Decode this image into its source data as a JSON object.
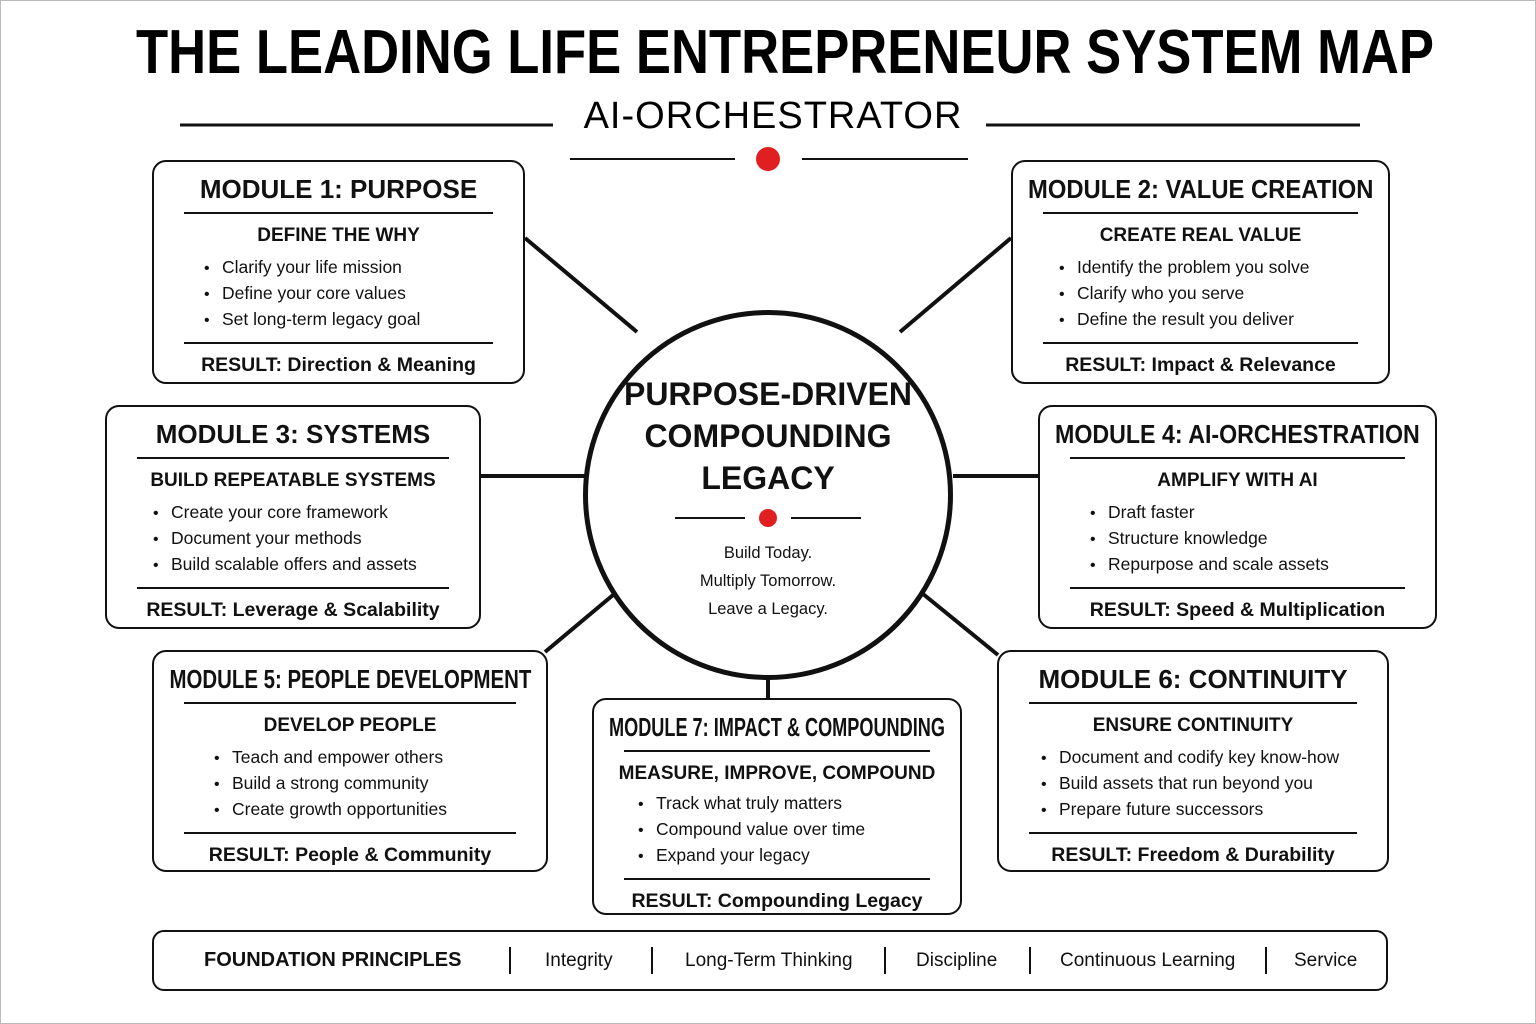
{
  "title": "THE LEADING LIFE ENTREPRENEUR SYSTEM MAP",
  "subtitle": "AI-ORCHESTRATOR",
  "accent_color": "#e02020",
  "center": {
    "line1": "PURPOSE-DRIVEN",
    "line2": "COMPOUNDING",
    "line3": "LEGACY",
    "tag1": "Build Today.",
    "tag2": "Multiply Tomorrow.",
    "tag3": "Leave a Legacy."
  },
  "modules": [
    {
      "title": "MODULE 1: PURPOSE",
      "subtitle": "DEFINE THE WHY",
      "bullets": [
        "Clarify your life mission",
        "Define your core values",
        "Set long-term legacy goal"
      ],
      "result": "RESULT: Direction & Meaning"
    },
    {
      "title": "MODULE 2: VALUE CREATION",
      "subtitle": "CREATE REAL VALUE",
      "bullets": [
        "Identify the problem you solve",
        "Clarify who you serve",
        "Define the result you deliver"
      ],
      "result": "RESULT: Impact & Relevance"
    },
    {
      "title": "MODULE 3: SYSTEMS",
      "subtitle": "BUILD REPEATABLE SYSTEMS",
      "bullets": [
        "Create your core framework",
        "Document your methods",
        "Build scalable offers and assets"
      ],
      "result": "RESULT: Leverage & Scalability"
    },
    {
      "title": "MODULE 4: AI-ORCHESTRATION",
      "subtitle": "AMPLIFY WITH AI",
      "bullets": [
        "Draft faster",
        "Structure knowledge",
        "Repurpose and scale assets"
      ],
      "result": "RESULT: Speed & Multiplication"
    },
    {
      "title": "MODULE 5: PEOPLE DEVELOPMENT",
      "subtitle": "DEVELOP PEOPLE",
      "bullets": [
        "Teach and empower others",
        "Build a strong community",
        "Create growth opportunities"
      ],
      "result": "RESULT: People & Community"
    },
    {
      "title": "MODULE 6: CONTINUITY",
      "subtitle": "ENSURE CONTINUITY",
      "bullets": [
        "Document and codify key know-how",
        "Build assets that run beyond you",
        "Prepare future successors"
      ],
      "result": "RESULT: Freedom & Durability"
    },
    {
      "title": "MODULE 7: IMPACT & COMPOUNDING",
      "subtitle": "MEASURE, IMPROVE, COMPOUND",
      "bullets": [
        "Track what truly matters",
        "Compound value over time",
        "Expand your legacy"
      ],
      "result": "RESULT: Compounding Legacy"
    }
  ],
  "foundation": {
    "label": "FOUNDATION PRINCIPLES",
    "items": [
      "Integrity",
      "Long-Term Thinking",
      "Discipline",
      "Continuous Learning",
      "Service"
    ]
  }
}
